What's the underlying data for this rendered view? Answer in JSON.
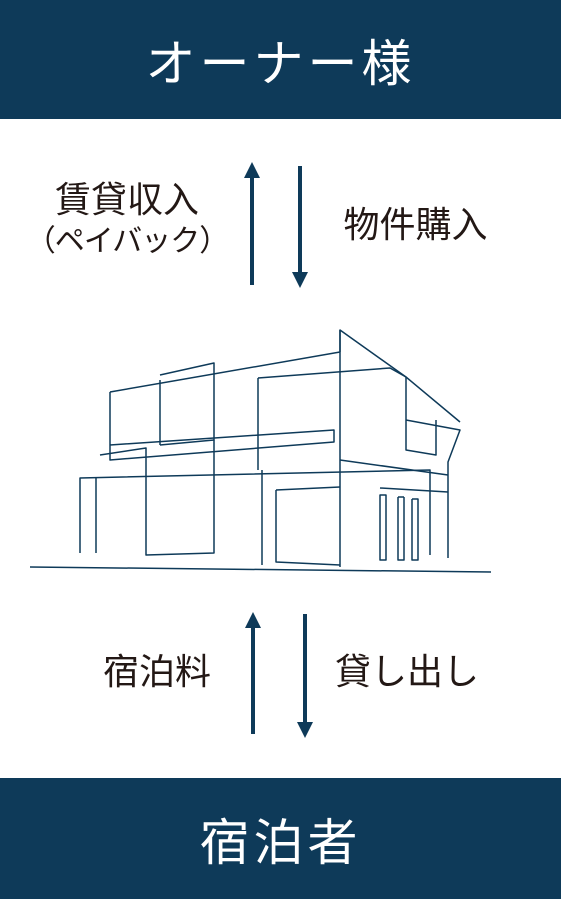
{
  "top_box": {
    "title": "オーナー様"
  },
  "bottom_box": {
    "title": "宿泊者"
  },
  "upper_flow": {
    "left_label": "賃貸収入",
    "left_sublabel": "（ペイバック）",
    "right_label": "物件購入"
  },
  "lower_flow": {
    "left_label": "宿泊料",
    "right_label": "貸し出し"
  },
  "colors": {
    "navy": "#0e3a59",
    "ink": "#231815",
    "white": "#ffffff"
  },
  "icons": {
    "center": "building-line-drawing-icon"
  }
}
